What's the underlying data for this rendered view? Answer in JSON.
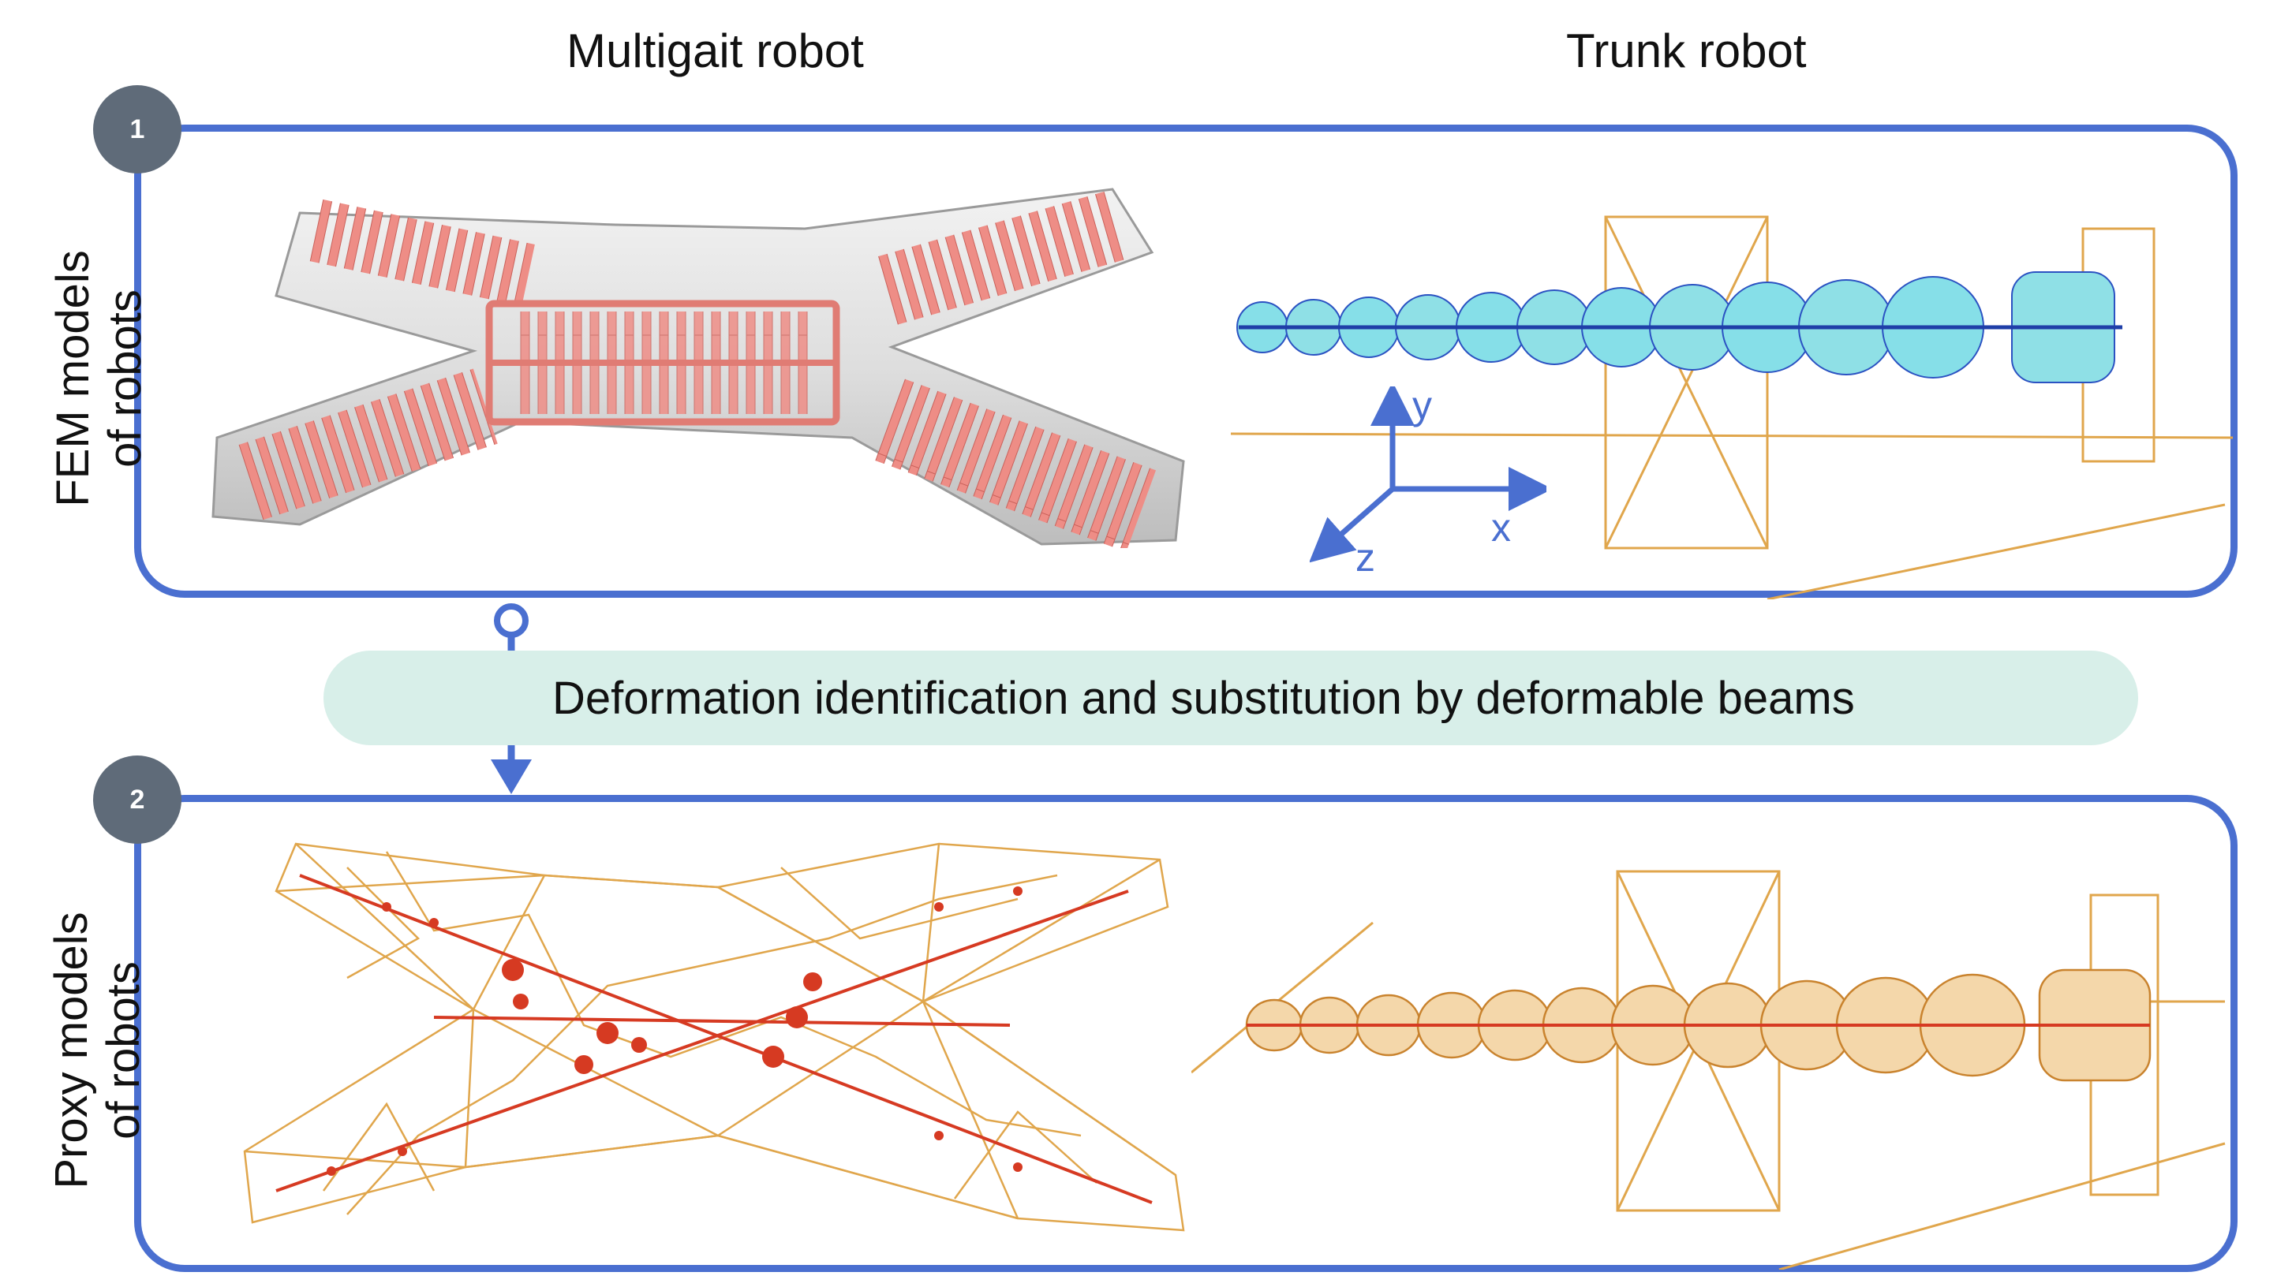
{
  "columns": {
    "left_title": "Multigait robot",
    "right_title": "Trunk robot"
  },
  "stage1": {
    "badge": "1",
    "label_line1": "FEM models",
    "label_line2": "of robots"
  },
  "stage2": {
    "badge": "2",
    "label_line1": "Proxy models",
    "label_line2": "of robots"
  },
  "transition": {
    "text": "Deformation identification and substitution by deformable beams"
  },
  "axes": {
    "x": "x",
    "y": "y",
    "z": "z"
  },
  "colors": {
    "frame_blue": "#4a6fd0",
    "badge_gray": "#5f6b79",
    "banner_mint": "#d8efe9",
    "cavity_pink": "#ee8d86",
    "wire_orange": "#e0a64c",
    "beam_red": "#d63a22"
  }
}
